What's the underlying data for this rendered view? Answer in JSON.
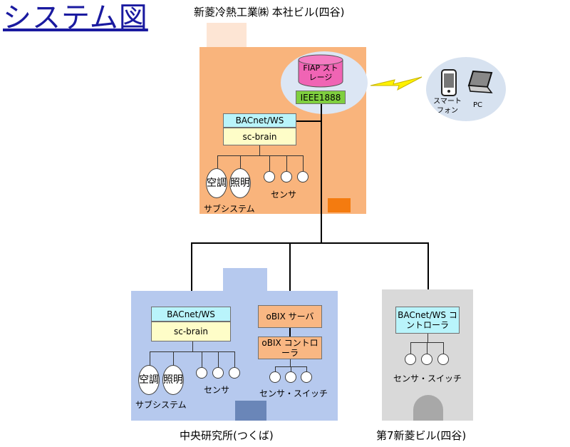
{
  "page": {
    "title": "システム図"
  },
  "colors": {
    "hq": "#f9b47c",
    "lab": "#b6c9ee",
    "bldg7": "#d9d9d9",
    "storage": "#f064b4",
    "ieee": "#7fcf3f",
    "bacnet": "#b9f4fb",
    "brain": "#fefdc8",
    "obix": "#f9b783",
    "devices": "#d7e2f0"
  },
  "hq": {
    "name": "新菱冷熱工業㈱ 本社ビル(四谷)",
    "storage": "FIAP ストレージ",
    "gateway": "IEEE1888",
    "bacnet": "BACnet/WS",
    "brain": "sc-brain",
    "aircon": "空調",
    "lighting": "照明",
    "sensors": "センサ",
    "subsystem": "サブシステム"
  },
  "devices": {
    "smartphone": "スマート フォン",
    "pc": "PC"
  },
  "lab": {
    "name": "中央研究所(つくば)",
    "bacnet": "BACnet/WS",
    "brain": "sc-brain",
    "aircon": "空調",
    "lighting": "照明",
    "sensors": "センサ",
    "subsystem": "サブシステム",
    "obix_server": "oBIX サーバ",
    "obix_controller": "oBIX コントローラ",
    "sensor_switch": "センサ・スイッチ"
  },
  "bldg7": {
    "name": "第7新菱ビル(四谷)",
    "bacnet_controller": "BACnet/WS コントローラ",
    "sensor_switch": "センサ・スイッチ"
  }
}
